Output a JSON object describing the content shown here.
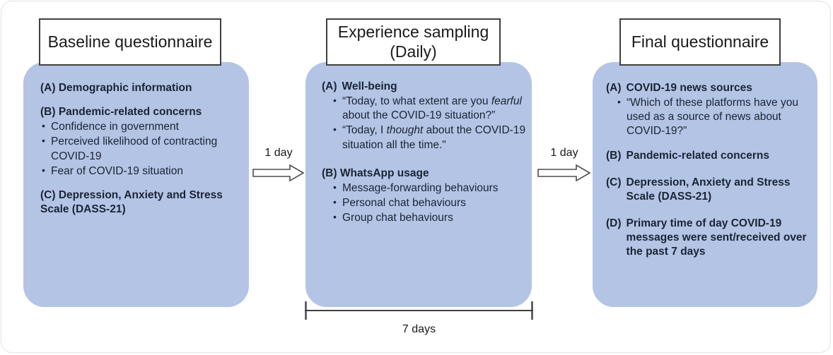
{
  "figure": {
    "type": "study-timeline-flow-diagram",
    "panel_fill_color": "#b3c4e5",
    "title_box_border_color": "#404040",
    "text_color": "#1b2434"
  },
  "panels": [
    {
      "id": "baseline",
      "title": "Baseline questionnaire",
      "sections": [
        {
          "label": "(A)",
          "heading": "Demographic information",
          "bullets": []
        },
        {
          "label": "(B)",
          "heading": "Pandemic-related concerns",
          "bullets": [
            "Confidence in government",
            "Perceived likelihood of contracting COVID-19",
            "Fear of COVID-19 situation"
          ]
        },
        {
          "label": "(C)",
          "heading": "Depression, Anxiety and Stress Scale (DASS-21)",
          "bullets": []
        }
      ]
    },
    {
      "id": "experience-sampling",
      "title_line_1": "Experience sampling",
      "title_line_2": "(Daily)",
      "sections": [
        {
          "label": "(A)",
          "heading": "Well-being",
          "bullets": [
            "“Today, to what extent are you fearful about the COVID-19 situation?”",
            "“Today, I thought about the COVID-19 situation all the time.\""
          ],
          "bullets_italic_words": [
            "fearful",
            "thought"
          ]
        },
        {
          "label": "(B)",
          "heading": "WhatsApp usage",
          "bullets": [
            "Message-forwarding behaviours",
            "Personal chat behaviours",
            "Group chat behaviours"
          ]
        }
      ]
    },
    {
      "id": "final",
      "title": "Final questionnaire",
      "sections": [
        {
          "label": "(A)",
          "heading": "COVID-19 news sources",
          "bullets": [
            "“Which of these platforms have you used as a source of news about COVID-19?”"
          ]
        },
        {
          "label": "(B)",
          "heading": "Pandemic-related concerns",
          "bullets": []
        },
        {
          "label": "(C)",
          "heading": "Depression, Anxiety and Stress Scale (DASS-21)",
          "bullets": []
        },
        {
          "label": "(D)",
          "heading": "Primary time of day COVID-19 messages were sent/received over the past 7 days",
          "bullets": []
        }
      ]
    }
  ],
  "arrows": [
    {
      "id": "arrow-baseline-to-esm",
      "label": "1 day"
    },
    {
      "id": "arrow-esm-to-final",
      "label": "1 day"
    }
  ],
  "bracket": {
    "id": "esm-duration-bracket",
    "label": "7 days"
  }
}
